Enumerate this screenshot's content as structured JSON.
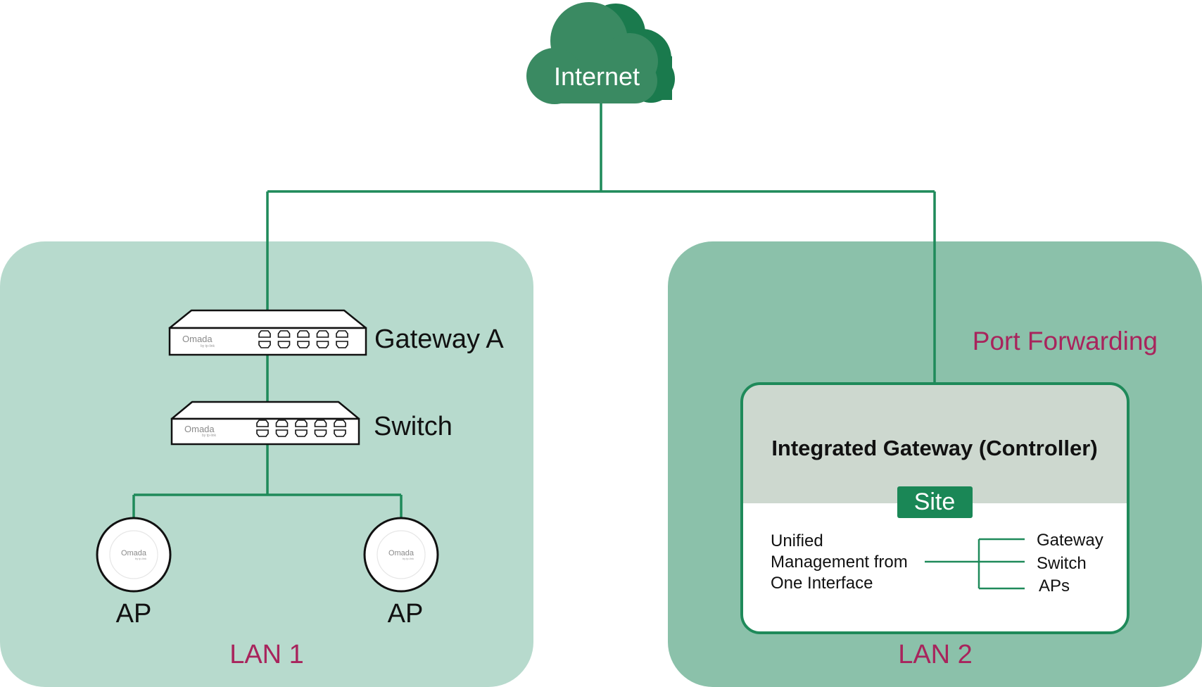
{
  "colors": {
    "line_green": "#1f8a5a",
    "cloud_dark": "#1a7a4d",
    "cloud_mid": "#3a8a62",
    "lan1_bg": "#b7dacd",
    "lan2_bg": "#8bc1aa",
    "accent_magenta": "#a8245c",
    "controller_header": "#cdd8cf",
    "site_badge": "#1a8756"
  },
  "internet": {
    "label": "Internet",
    "icon": "cloud-icon"
  },
  "lan1": {
    "label": "LAN 1",
    "gateway": {
      "label": "Gateway A",
      "brand": "Omada",
      "sub": "by tp-link",
      "icon": "gateway-icon"
    },
    "switch": {
      "label": "Switch",
      "brand": "Omada",
      "sub": "by tp-link",
      "icon": "switch-icon"
    },
    "aps": [
      {
        "label": "AP",
        "brand": "Omada",
        "sub": "by tp-link",
        "icon": "access-point-icon"
      },
      {
        "label": "AP",
        "brand": "Omada",
        "sub": "by tp-link",
        "icon": "access-point-icon"
      }
    ]
  },
  "lan2": {
    "label": "LAN 2",
    "port_forwarding": "Port Forwarding",
    "controller": {
      "title": "Integrated Gateway (Controller)",
      "site": "Site",
      "management_lines": [
        "Unified",
        "Management from",
        "One Interface"
      ],
      "managed_items": [
        "Gateway",
        "Switch",
        "APs"
      ]
    }
  }
}
